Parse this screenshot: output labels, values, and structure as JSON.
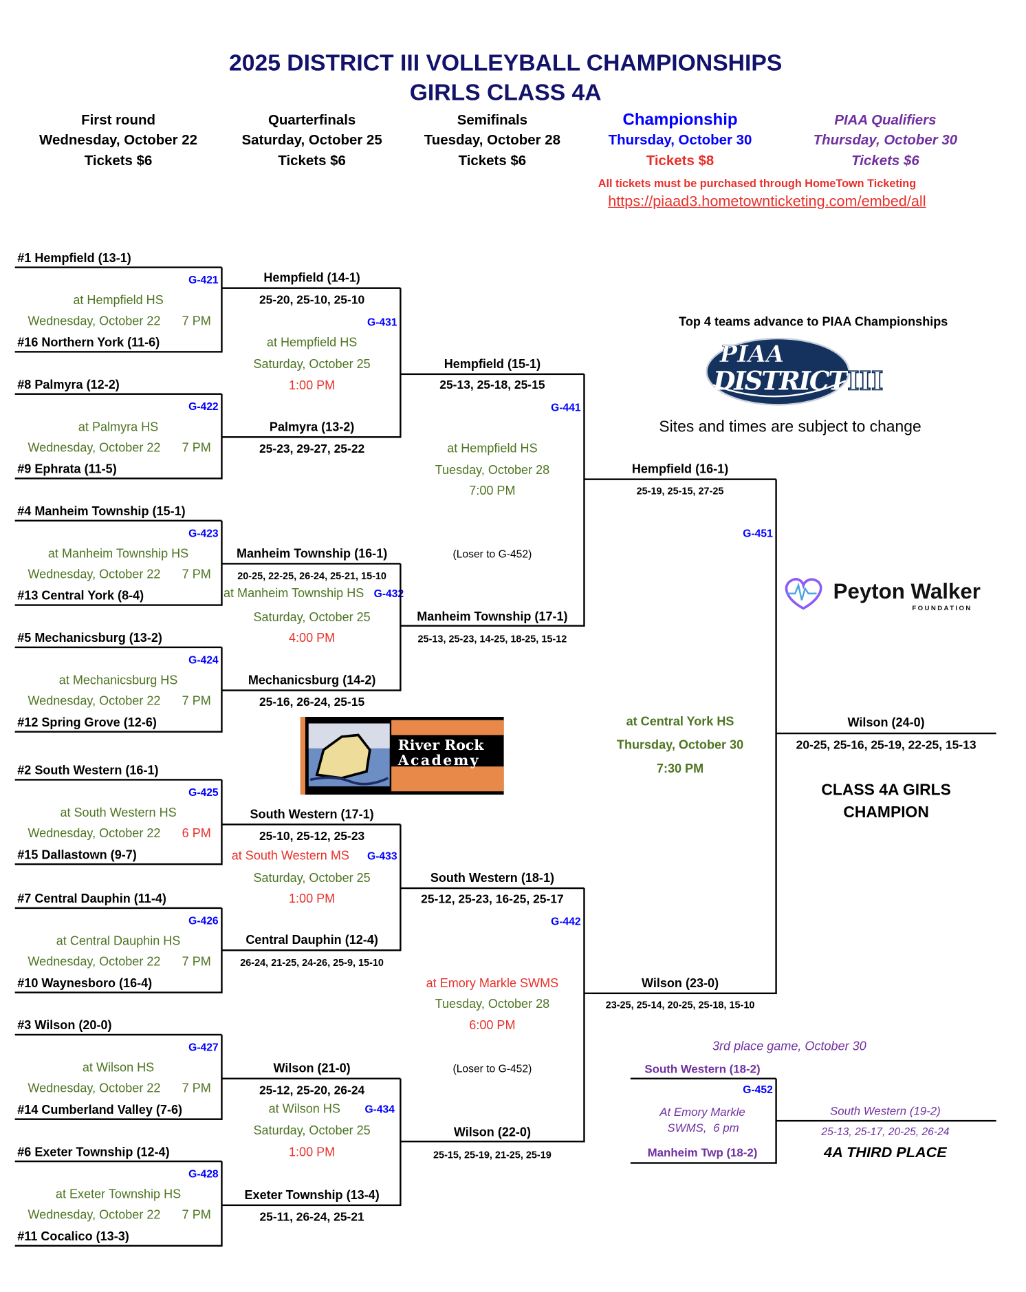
{
  "title": "2025 DISTRICT III VOLLEYBALL CHAMPIONSHIPS",
  "subtitle": "GIRLS CLASS 4A",
  "columns": [
    {
      "round": "First round",
      "date": "Wednesday, October 22",
      "tickets": "Tickets $6"
    },
    {
      "round": "Quarterfinals",
      "date": "Saturday, October 25",
      "tickets": "Tickets $6"
    },
    {
      "round": "Semifinals",
      "date": "Tuesday, October 28",
      "tickets": "Tickets $6"
    },
    {
      "round": "Championship",
      "date": "Thursday, October 30",
      "tickets": "Tickets $8"
    },
    {
      "round": "PIAA Qualifiers",
      "date": "Thursday, October 30",
      "tickets": "Tickets $6"
    }
  ],
  "ticket_note": "All tickets must be purchased through HomeTown Ticketing",
  "ticket_url": "https://piaad3.hometownticketing.com/embed/all",
  "round1": [
    {
      "top": "#1 Hempfield (13-1)",
      "bottom": "#16 Northern York (11-6)",
      "game": "G-421",
      "site": "at Hempfield HS",
      "date": "Wednesday, October 22",
      "time": "7 PM"
    },
    {
      "top": "#8 Palmyra (12-2)",
      "bottom": "#9 Ephrata (11-5)",
      "game": "G-422",
      "site": "at Palmyra HS",
      "date": "Wednesday, October 22",
      "time": "7 PM"
    },
    {
      "top": "#4 Manheim Township (15-1)",
      "bottom": "#13 Central York (8-4)",
      "game": "G-423",
      "site": "at Manheim Township HS",
      "date": "Wednesday, October 22",
      "time": "7 PM"
    },
    {
      "top": "#5 Mechanicsburg (13-2)",
      "bottom": "#12 Spring Grove (12-6)",
      "game": "G-424",
      "site": "at Mechanicsburg HS",
      "date": "Wednesday, October 22",
      "time": "7 PM"
    },
    {
      "top": "#2 South Western (16-1)",
      "bottom": "#15 Dallastown (9-7)",
      "game": "G-425",
      "site": "at South Western HS",
      "date": "Wednesday, October 22",
      "time": "6 PM"
    },
    {
      "top": "#7 Central Dauphin (11-4)",
      "bottom": "#10 Waynesboro (16-4)",
      "game": "G-426",
      "site": "at Central Dauphin HS",
      "date": "Wednesday, October 22",
      "time": "7 PM"
    },
    {
      "top": "#3 Wilson (20-0)",
      "bottom": "#14 Cumberland Valley (7-6)",
      "game": "G-427",
      "site": "at Wilson HS",
      "date": "Wednesday, October 22",
      "time": "7 PM"
    },
    {
      "top": "#6 Exeter Township (12-4)",
      "bottom": "#11 Cocalico (13-3)",
      "game": "G-428",
      "site": "at Exeter Township HS",
      "date": "Wednesday, October 22",
      "time": "7 PM"
    }
  ],
  "quarterfinals": [
    {
      "top": "Hempfield (14-1)",
      "top_scores": "25-20, 25-10, 25-10",
      "game": "G-431",
      "site": "at Hempfield HS",
      "date": "Saturday, October 25",
      "time": "1:00 PM",
      "bottom": "Palmyra (13-2)",
      "bottom_scores": "25-23, 29-27, 25-22"
    },
    {
      "top": "Manheim Township (16-1)",
      "top_scores": "20-25, 22-25, 26-24, 25-21, 15-10",
      "game": "G-432",
      "site": "at Manheim Township HS",
      "date": "Saturday, October 25",
      "time": "4:00 PM",
      "bottom": "Mechanicsburg (14-2)",
      "bottom_scores": "25-16, 26-24, 25-15"
    },
    {
      "top": "South Western (17-1)",
      "top_scores": "25-10, 25-12, 25-23",
      "game": "G-433",
      "site": "at South Western MS",
      "date": "Saturday, October 25",
      "time": "1:00 PM",
      "bottom": "Central Dauphin (12-4)",
      "bottom_scores": "26-24, 21-25, 24-26, 25-9, 15-10"
    },
    {
      "top": "Wilson (21-0)",
      "top_scores": "25-12, 25-20, 26-24",
      "game": "G-434",
      "site": "at Wilson HS",
      "date": "Saturday, October 25",
      "time": "1:00 PM",
      "bottom": "Exeter Township (13-4)",
      "bottom_scores": "25-11, 26-24, 25-21"
    }
  ],
  "semifinals": [
    {
      "top": "Hempfield (15-1)",
      "top_scores": "25-13, 25-18, 25-15",
      "game": "G-441",
      "site": "at Hempfield HS",
      "date": "Tuesday, October 28",
      "time": "7:00 PM",
      "loser_note": "(Loser to G-452)",
      "bottom": "Manheim Township (17-1)",
      "bottom_scores": "25-13, 25-23, 14-25, 18-25, 15-12"
    },
    {
      "top": "South Western (18-1)",
      "top_scores": "25-12, 25-23, 16-25, 25-17",
      "game": "G-442",
      "site": "at Emory Markle SWMS",
      "date": "Tuesday, October 28",
      "time": "6:00 PM",
      "loser_note": "(Loser to G-452)",
      "bottom": "Wilson (22-0)",
      "bottom_scores": "25-15, 25-19, 21-25, 25-19"
    }
  ],
  "final": {
    "top": "Hempfield (16-1)",
    "top_scores": "25-19, 25-15, 27-25",
    "game": "G-451",
    "site": "at Central  York HS",
    "date": "Thursday, October 30",
    "time": "7:30 PM",
    "bottom": "Wilson (23-0)",
    "bottom_scores": "23-25, 25-14, 20-25, 25-18, 15-10"
  },
  "champion": {
    "team": "Wilson (24-0)",
    "scores": "20-25, 25-16, 25-19, 22-25, 15-13",
    "label_line1": "CLASS 4A GIRLS",
    "label_line2": "CHAMPION"
  },
  "third_place": {
    "header": "3rd place game, October 30",
    "top": "South Western (18-2)",
    "game": "G-452",
    "site_line1": "At Emory Markle",
    "site_line2": "SWMS,",
    "time": "6 pm",
    "bottom": "Manheim Twp (18-2)",
    "winner": "South Western (19-2)",
    "scores": "25-13, 25-17, 20-25, 26-24",
    "label": "4A THIRD PLACE"
  },
  "side": {
    "advance_note": "Top 4 teams advance to PIAA Championships",
    "change_note": "Sites and times are subject to change"
  },
  "logos": {
    "piaa_line1": "PIAA",
    "piaa_line2": "DISTRICT",
    "piaa_line3": "III",
    "peyton": "Peyton Walker",
    "peyton_sub": "FOUNDATION",
    "river_rock_line1": "River Rock",
    "river_rock_line2": "Academy"
  },
  "colors": {
    "title": "#12126b",
    "site_green": "#4e7421",
    "game_blue": "#0000ff",
    "alert_red": "#e8302a",
    "piaa_purple": "#7030a0",
    "piaa_navy": "#15325e"
  }
}
